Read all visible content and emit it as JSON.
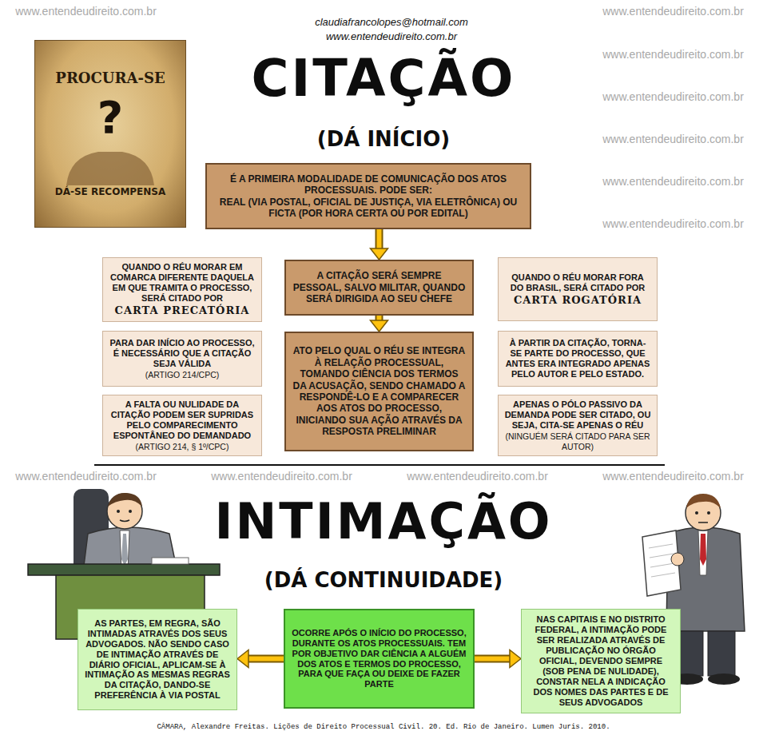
{
  "diagram": {
    "title": "CITAÇÃO",
    "caption": "CÂMARA, Alexandre Freitas. Lições de Direito Processual Civil. 20. Ed. Rio de Janeiro. Lumen Juris. 2010.",
    "nodes": [
      {
        "text": [
          "PROCURA-SE",
          "?",
          "DÁ-SE RECOMPENSA"
        ]
      },
      {
        "text": [
          "É A PRIMEIRA MODALIDADE DE COMUNICAÇÃO DOS ATOS PROCESSUAIS. PODE SER:",
          "REAL (VIA POSTAL, OFICIAL DE JUSTIÇA, VIA ELETRÔNICA) OU FICTA (POR HORA CERTA OU POR EDITAL)"
        ]
      },
      {
        "text": [
          "QUANDO O RÉU MORAR EM COMARCA DIFERENTE DAQUELA EM QUE TRAMITA O PROCESSO, SERÁ CITADO POR",
          "CARTA PRECATÓRIA"
        ]
      },
      {
        "text": [
          "A CITAÇÃO SERÁ SEMPRE PESSOAL, SALVO MILITAR, QUANDO SERÁ DIRIGIDA AO SEU CHEFE"
        ]
      },
      {
        "text": [
          "QUANDO O RÉU MORAR FORA DO BRASIL, SERÁ CITADO POR",
          "CARTA ROGATÓRIA"
        ]
      },
      {
        "text": [
          "PARA DAR INÍCIO AO PROCESSO, É NECESSÁRIO QUE A CITAÇÃO SEJA VÁLIDA",
          "(ARTIGO 214/CPC)"
        ]
      },
      {
        "text": [
          "ATO PELO QUAL O RÉU SE INTEGRA À RELAÇÃO PROCESSUAL, TOMANDO CIÊNCIA DOS TERMOS DA ACUSAÇÃO, SENDO CHAMADO A RESPONDÊ-LO E A COMPARECER AOS ATOS DO PROCESSO, INICIANDO SUA AÇÃO ATRAVÉS DA RESPOSTA PRELIMINAR"
        ]
      },
      {
        "text": [
          "À PARTIR DA CITAÇÃO, TORNA-SE PARTE DO PROCESSO, QUE ANTES ERA INTEGRADO APENAS PELO AUTOR E PELO ESTADO."
        ]
      },
      {
        "text": [
          "A FALTA OU NULIDADE DA CITAÇÃO PODEM SER SUPRIDAS PELO COMPARECIMENTO ESPONTÂNEO DO DEMANDADO",
          "(ARTIGO 214, § 1º/CPC)"
        ]
      },
      {
        "text": [
          "APENAS O PÓLO PASSIVO DA DEMANDA PODE SER CITADO, OU SEJA, CITA-SE APENAS O RÉU",
          "(NINGUÉM SERÁ CITADO PARA SER AUTOR)"
        ]
      },
      {
        "text": [
          "AS PARTES, EM REGRA, SÃO INTIMADAS ATRAVÉS DOS SEUS ADVOGADOS. NÃO SENDO CASO DE INTIMAÇÃO ATRAVÉS DE DIÁRIO OFICIAL, APLICAM-SE À INTIMAÇÃO AS MESMAS REGRAS DA CITAÇÃO, DANDO-SE PREFERÊNCIA À VIA POSTAL"
        ]
      },
      {
        "text": [
          "OCORRE APÓS O INÍCIO DO PROCESSO, DURANTE OS ATOS PROCESSUAIS. TEM POR OBJETIVO DAR CIÊNCIA A ALGUÉM DOS ATOS E TERMOS DO PROCESSO, PARA QUE FAÇA OU DEIXE DE FAZER PARTE"
        ]
      },
      {
        "text": [
          "NAS CAPITAIS E NO DISTRITO FEDERAL, A INTIMAÇÃO PODE SER REALIZADA ATRAVÉS DE PUBLICAÇÃO NO ÓRGÃO OFICIAL, DEVENDO SEMPRE (SOB PENA DE NULIDADE), CONSTAR NELA A INDICAÇÃO DOS NOMES DAS PARTES E DE SEUS ADVOGADOS"
        ]
      }
    ],
    "edges": [
      {
        "from": 1,
        "to": 3,
        "arrow": "to"
      },
      {
        "from": 3,
        "to": 6,
        "arrow": "to"
      },
      {
        "from": 11,
        "to": 10,
        "arrow": "to"
      },
      {
        "from": 11,
        "to": 12,
        "arrow": "to"
      }
    ],
    "labels": [
      "claudiafrancolopes@hotmail.com",
      "www.entendeudireito.com.br",
      "(DÁ INÍCIO)",
      "INTIMAÇÃO",
      "(DÁ CONTINUIDADE)",
      "www.entendeudireito.com.br",
      "www.entendeudireito.com.br",
      "www.entendeudireito.com.br",
      "www.entendeudireito.com.br",
      "www.entendeudireito.com.br",
      "www.entendeudireito.com.br",
      "www.entendeudireito.com.br",
      "www.entendeudireito.com.br",
      "www.entendeudireito.com.br",
      "www.entendeudireito.com.br",
      "www.entendeudireito.com.br"
    ]
  }
}
